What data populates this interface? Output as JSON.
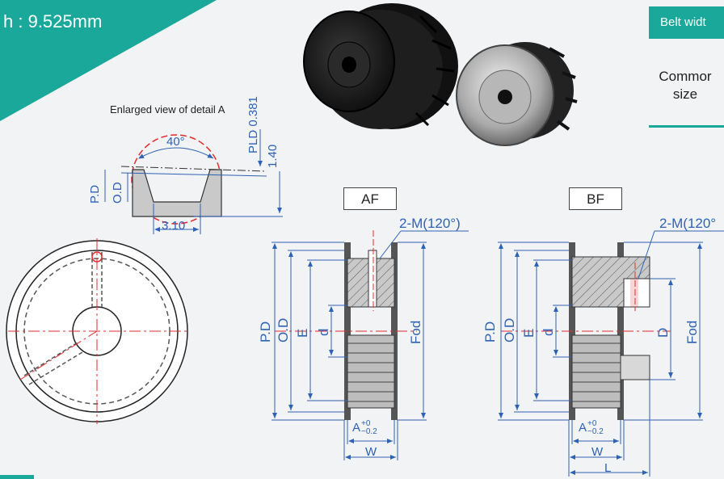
{
  "header": {
    "pitch_label": "h : 9.525mm",
    "belt_width_tab": "Belt widt",
    "common_size_line1": "Commor",
    "common_size_line2": "size"
  },
  "detail": {
    "caption": "Enlarged view of detail A",
    "angle": "40°",
    "pld": "PLD 0.381",
    "depth": "1.40",
    "width": "3.10",
    "pd": "P.D",
    "od": "O.D"
  },
  "af": {
    "title": "AF",
    "screw": "2-M(120°)",
    "pd": "P.D",
    "od": "O.D",
    "e": "E",
    "d": "d",
    "fod": "Fod",
    "a": "A",
    "a_tol_upper": "+0",
    "a_tol_lower": "−0.2",
    "w": "W"
  },
  "bf": {
    "title": "BF",
    "screw": "2-M(120°",
    "pd": "P.D",
    "od": "O.D",
    "e": "E",
    "d": "d",
    "D": "D",
    "fod": "Fod",
    "a": "A",
    "a_tol_upper": "+0",
    "a_tol_lower": "−0.2",
    "w": "W",
    "l": "L"
  },
  "colors": {
    "teal": "#1aa89a",
    "dimension_blue": "#2e62b5",
    "centerline_red": "#e32b2b"
  }
}
